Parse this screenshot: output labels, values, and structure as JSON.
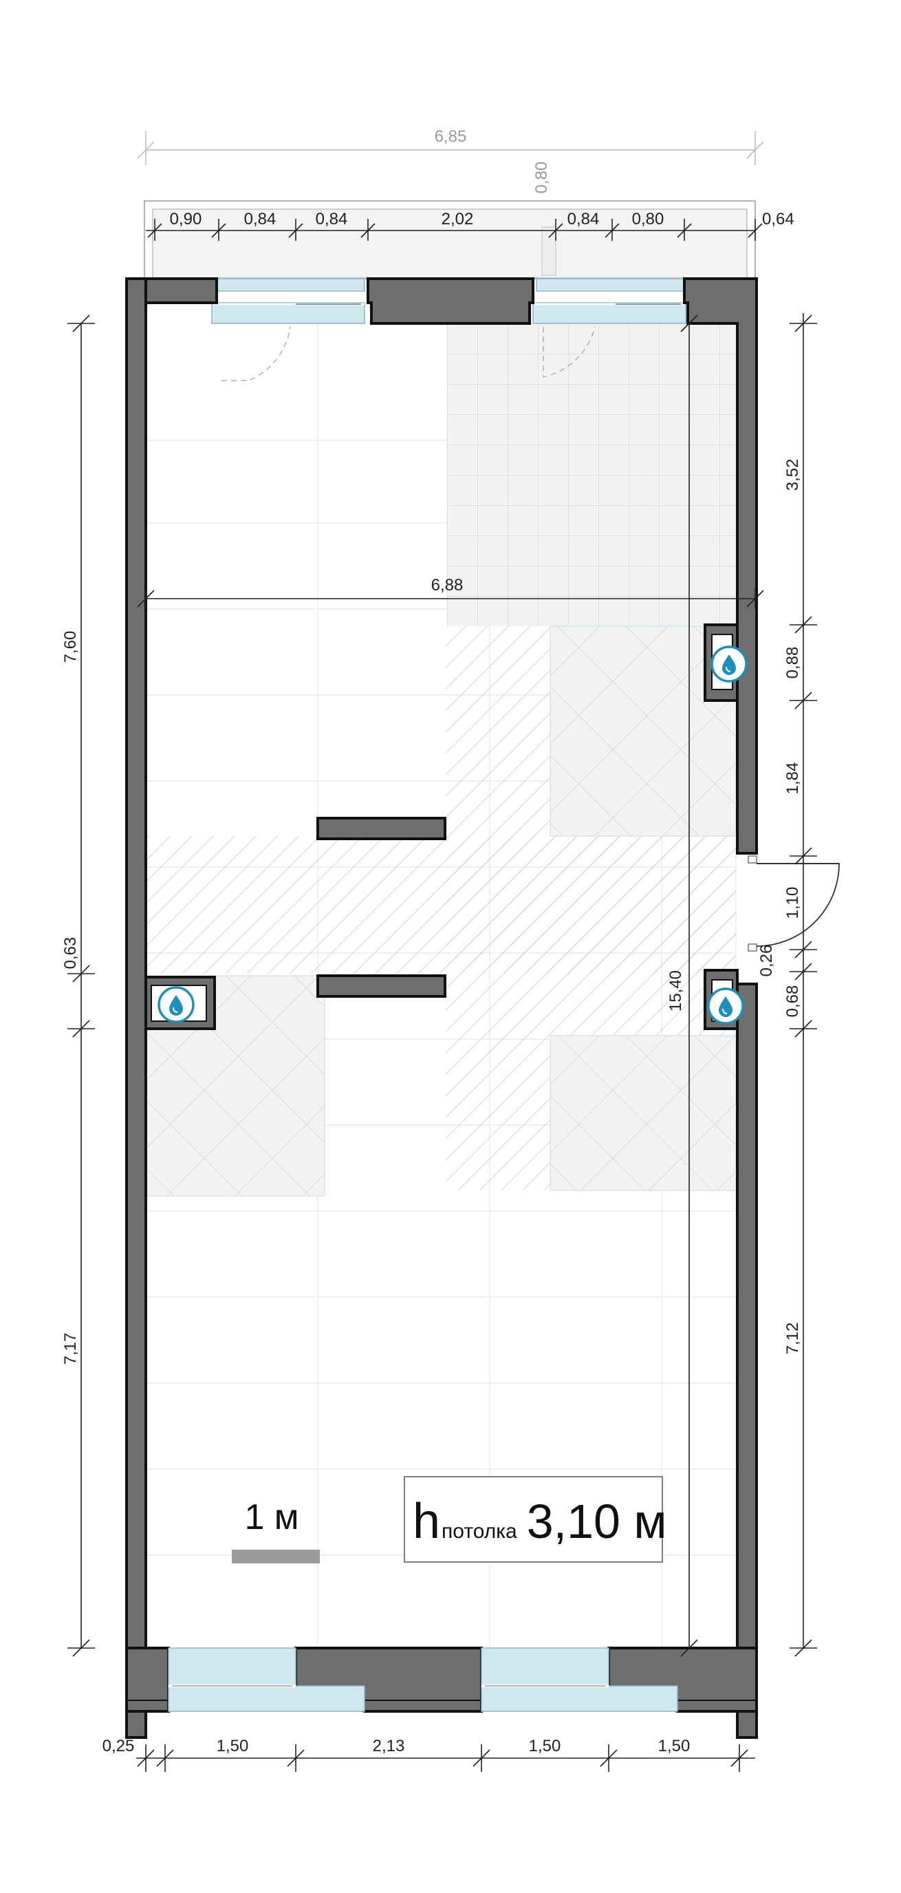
{
  "plan": {
    "dimensions": {
      "top_overall": "6,85",
      "top_upper": "0,80",
      "top_segments": [
        "0,90",
        "0,84",
        "0,84",
        "2,02",
        "0,84",
        "0,80",
        "0,64"
      ],
      "inner_width": "6,88",
      "left_segments": [
        "7,60",
        "0,63",
        "7,17"
      ],
      "right_segments": [
        "3,52",
        "0,88",
        "1,84",
        "1,10",
        "0,26",
        "0,68",
        "7,12"
      ],
      "inner_length": "15,40",
      "bottom_segments": [
        "0,25",
        "1,50",
        "2,13",
        "1,50",
        "1,50"
      ]
    },
    "scale_label": "1 м",
    "ceiling": {
      "h": "h",
      "sub": "потолка",
      "value": "3,10 м"
    },
    "icons": [
      "water-drop-icon",
      "water-drop-icon",
      "water-drop-icon"
    ],
    "colors": {
      "wall": "#6e6e6e",
      "glass": "#cfe8f0",
      "tile_zone": "#f2f2f2",
      "hatch": "#b9c2c8",
      "water_icon": "#1d8fbf"
    }
  }
}
